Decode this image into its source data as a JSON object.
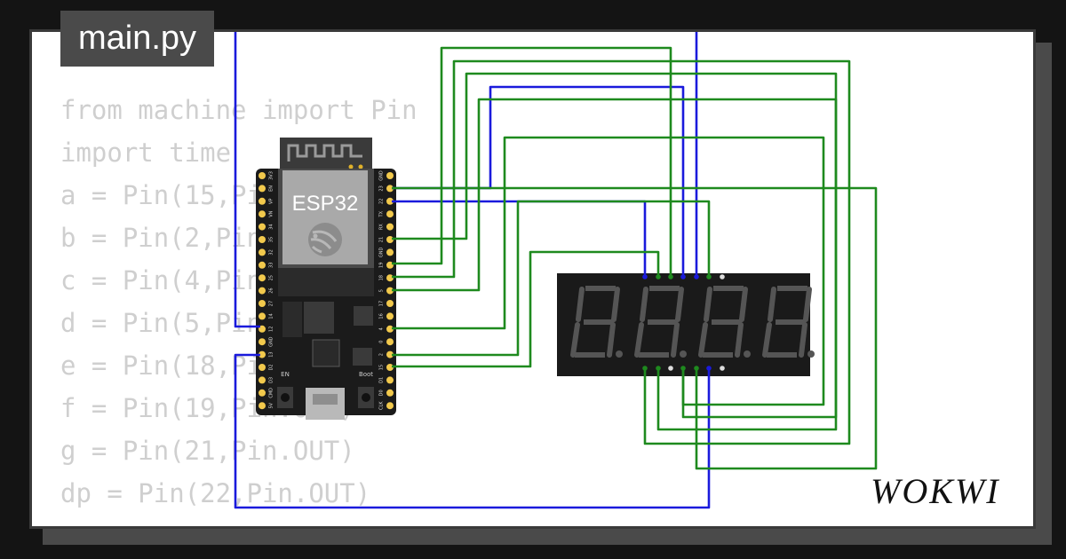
{
  "file_tab": {
    "label": "main.py"
  },
  "code_lines": [
    "from machine import Pin",
    "import time",
    "a = Pin(15,Pin.OUT)",
    "b = Pin(2,Pin.OUT)",
    "c = Pin(4,Pin.OUT)",
    "d = Pin(5,Pin.OUT)",
    "e = Pin(18,Pin.OUT)",
    "f = Pin(19,Pin.OUT)",
    "g = Pin(21,Pin.OUT)",
    "dp = Pin(22,Pin.OUT)"
  ],
  "board": {
    "chip_label": "ESP32",
    "left_pins": [
      "3V3",
      "EN",
      "VP",
      "VN",
      "34",
      "35",
      "32",
      "33",
      "25",
      "26",
      "27",
      "14",
      "12",
      "GND",
      "13",
      "D2",
      "D3",
      "CMD",
      "5V"
    ],
    "right_pins": [
      "GND",
      "23",
      "22",
      "TX",
      "RX",
      "21",
      "GND",
      "19",
      "18",
      "5",
      "17",
      "16",
      "4",
      "0",
      "2",
      "15",
      "D1",
      "D0",
      "CLK"
    ],
    "en_button_label": "EN",
    "boot_button_label": "Boot"
  },
  "display": {
    "digits": 4,
    "color_body": "#1a1a1a",
    "color_segment": "#555555"
  },
  "wire_colors": {
    "green": "#1e8a1e",
    "blue": "#1a1adc"
  },
  "logo": {
    "text": "WOKWI"
  }
}
